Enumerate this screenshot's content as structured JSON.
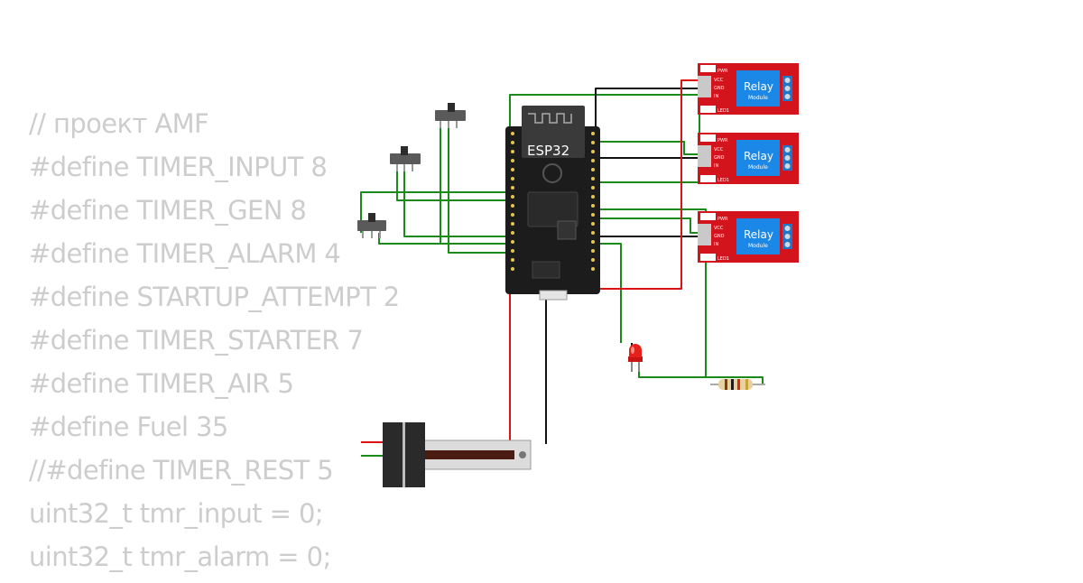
{
  "code_lines": [
    "// проект AMF",
    "#define TIMER_INPUT 8",
    "#define TIMER_GEN 8",
    "#define TIMER_ALARM 4",
    "#define STARTUP_ATTEMPT 2",
    "#define TIMER_STARTER 7",
    "#define TIMER_AIR 5",
    "#define Fuel 35",
    "//#define TIMER_REST 5",
    "uint32_t tmr_input = 0;",
    "uint32_t tmr_alarm = 0;"
  ],
  "esp32": {
    "label": "ESP32"
  },
  "relay": {
    "title": "Relay",
    "subtitle": "Module",
    "pins": [
      "VCC",
      "GND",
      "IN"
    ],
    "leds": [
      "PWR",
      "LED1"
    ],
    "count": 3
  },
  "colors": {
    "wire_green": "#1a8a1a",
    "wire_black": "#111111",
    "wire_red": "#dd1111",
    "relay_board": "#d4141c",
    "relay_body": "#1b87e6",
    "board": "#1c1c1c",
    "code_text": "#cdcdcd"
  },
  "components": [
    "esp32-board",
    "relay-module",
    "relay-module",
    "relay-module",
    "slide-switch",
    "slide-switch",
    "slide-switch",
    "red-led",
    "resistor",
    "slide-potentiometer"
  ]
}
